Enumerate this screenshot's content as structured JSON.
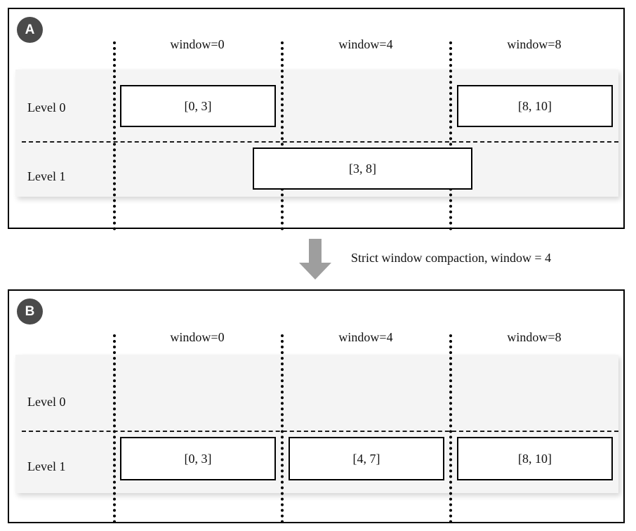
{
  "figure": {
    "type": "diagram",
    "subject": "LSM-tree strict window compaction illustration",
    "colors": {
      "badge_fill": "#4a4a4a",
      "badge_text": "#ffffff",
      "band_fill": "#f4f4f4",
      "box_fill": "#ffffff",
      "line": "#000000",
      "arrow_fill": "#9e9e9e"
    }
  },
  "panels": [
    {
      "id": "A",
      "badge_label": "A",
      "window_headers": [
        {
          "label": "window=0"
        },
        {
          "label": "window=4"
        },
        {
          "label": "window=8"
        }
      ],
      "levels": [
        {
          "label": "Level 0",
          "boxes": [
            {
              "label": "[0, 3]",
              "start": 0,
              "end": 3
            },
            {
              "label": "[8, 10]",
              "start": 8,
              "end": 10
            }
          ]
        },
        {
          "label": "Level 1",
          "boxes": [
            {
              "label": "[3, 8]",
              "start": 3,
              "end": 8
            }
          ]
        }
      ]
    },
    {
      "id": "B",
      "badge_label": "B",
      "window_headers": [
        {
          "label": "window=0"
        },
        {
          "label": "window=4"
        },
        {
          "label": "window=8"
        }
      ],
      "levels": [
        {
          "label": "Level 0",
          "boxes": []
        },
        {
          "label": "Level 1",
          "boxes": [
            {
              "label": "[0, 3]",
              "start": 0,
              "end": 3
            },
            {
              "label": "[4, 7]",
              "start": 4,
              "end": 7
            },
            {
              "label": "[8, 10]",
              "start": 8,
              "end": 10
            }
          ]
        }
      ]
    }
  ],
  "transition": {
    "caption": "Strict window compaction, window = 4",
    "arrow_icon": "down-arrow-icon",
    "arrow_direction": "down"
  }
}
